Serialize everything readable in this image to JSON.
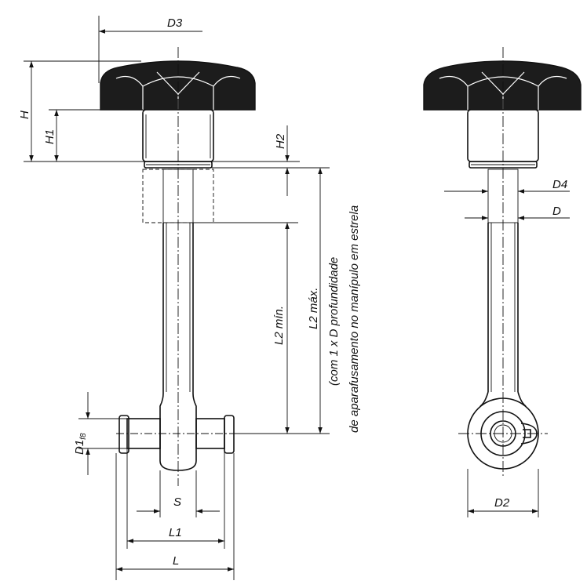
{
  "labels": {
    "d3": "D3",
    "h": "H",
    "h1": "H1",
    "h2": "H2",
    "d4": "D4",
    "d": "D",
    "l2_min": "L2 mín.",
    "l2_max_line1": "L2 máx.",
    "l2_max_line2": "(com 1 x D profundidade",
    "l2_max_line3": "de aparafusamento no manípulo em estrela",
    "d1_main": "D1",
    "d1_sub": "f8",
    "s": "S",
    "l1": "L1",
    "l": "L",
    "d2": "D2"
  },
  "colors": {
    "line": "#111111",
    "knob": "#202020",
    "background": "#ffffff"
  }
}
